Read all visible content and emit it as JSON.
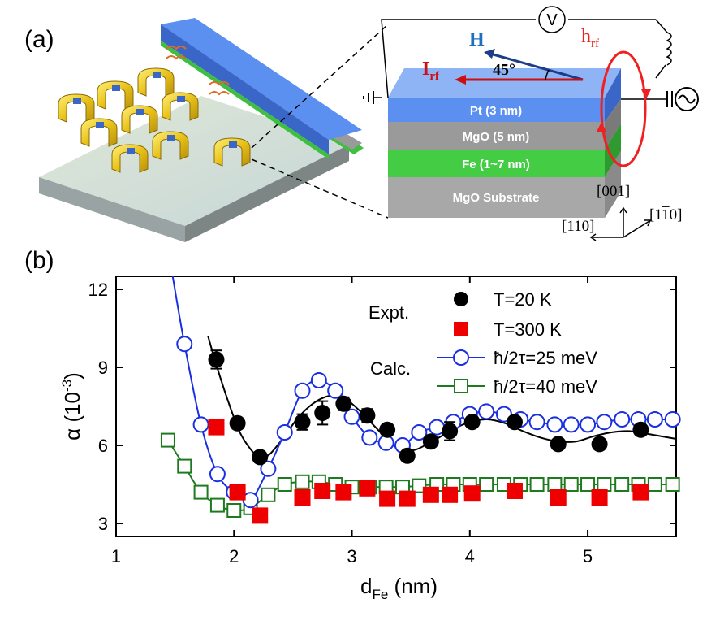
{
  "figure": {
    "panel_a_label": "(a)",
    "panel_b_label": "(b)"
  },
  "schematic": {
    "field_label": "H",
    "current_label": "I",
    "current_sub": "rf",
    "hrf_label": "h",
    "hrf_sub": "rf",
    "angle_label": "45°",
    "voltmeter_label": "V",
    "layers": [
      {
        "label": "Pt  (3 nm)",
        "color": "#5b8ff0"
      },
      {
        "label": "MgO  (5 nm)",
        "color": "#9a9a9a"
      },
      {
        "label": "Fe (1~7 nm)",
        "color": "#44cc44"
      },
      {
        "label": "MgO Substrate",
        "color": "#a8a8a8"
      }
    ],
    "directions": {
      "up": "[001]",
      "left": "[110]",
      "right": "[1",
      "right_bar": "1",
      "right_end": "0]"
    }
  },
  "chart_data": {
    "type": "scatter",
    "xlabel": "d",
    "xlabel_sub": "Fe",
    "xlabel_unit": " (nm)",
    "ylabel": "α (10",
    "ylabel_sup": "-3",
    "ylabel_end": ")",
    "xlim": [
      1,
      5.75
    ],
    "ylim": [
      2.5,
      12.5
    ],
    "xticks": [
      1,
      2,
      3,
      4,
      5
    ],
    "yticks": [
      3,
      6,
      9,
      12
    ],
    "legend_group_expt": "Expt.",
    "legend_group_calc": "Calc.",
    "series": [
      {
        "name": "T=20 K",
        "marker": "filled-circle",
        "color": "#000000",
        "x": [
          1.85,
          2.03,
          2.22,
          2.58,
          2.75,
          2.93,
          3.13,
          3.3,
          3.47,
          3.67,
          3.83,
          4.02,
          4.38,
          4.75,
          5.1,
          5.45
        ],
        "y": [
          9.3,
          6.85,
          5.55,
          6.9,
          7.25,
          7.6,
          7.15,
          6.6,
          5.6,
          6.15,
          6.55,
          6.9,
          6.9,
          6.05,
          6.05,
          6.6
        ],
        "err": [
          0.35,
          0.2,
          0.2,
          0.3,
          0.45,
          0.25,
          0.25,
          0.2,
          0.15,
          0.2,
          0.35,
          0.2,
          0.15,
          0.15,
          0.15,
          0.15
        ]
      },
      {
        "name": "T=300 K",
        "marker": "filled-square",
        "color": "#ee0000",
        "x": [
          1.85,
          2.03,
          2.22,
          2.58,
          2.75,
          2.93,
          3.13,
          3.3,
          3.47,
          3.67,
          3.83,
          4.02,
          4.38,
          4.75,
          5.1,
          5.45
        ],
        "y": [
          6.7,
          4.2,
          3.3,
          4.0,
          4.25,
          4.2,
          4.35,
          3.95,
          3.95,
          4.1,
          4.1,
          4.15,
          4.25,
          4.0,
          4.0,
          4.2
        ]
      },
      {
        "name": "ħ/2τ=25 meV",
        "marker": "open-circle",
        "color": "#1a2fe0",
        "x": [
          1.58,
          1.72,
          1.86,
          2.0,
          2.14,
          2.29,
          2.43,
          2.58,
          2.72,
          2.86,
          3.0,
          3.15,
          3.29,
          3.43,
          3.57,
          3.72,
          3.86,
          4.0,
          4.14,
          4.29,
          4.43,
          4.57,
          4.72,
          4.86,
          5.0,
          5.14,
          5.29,
          5.43,
          5.57,
          5.72
        ],
        "y": [
          9.9,
          6.8,
          4.9,
          4.2,
          3.9,
          5.1,
          6.5,
          8.1,
          8.5,
          8.1,
          7.1,
          6.3,
          6.1,
          6.0,
          6.5,
          6.7,
          6.9,
          7.2,
          7.3,
          7.2,
          7.0,
          6.9,
          6.8,
          6.8,
          6.8,
          6.9,
          7.0,
          7.0,
          7.0,
          7.0
        ]
      },
      {
        "name": "ħ/2τ=40 meV",
        "marker": "open-square",
        "color": "#1e7a1e",
        "x": [
          1.44,
          1.58,
          1.72,
          1.86,
          2.0,
          2.14,
          2.29,
          2.43,
          2.58,
          2.72,
          2.86,
          3.0,
          3.15,
          3.29,
          3.43,
          3.57,
          3.72,
          3.86,
          4.0,
          4.14,
          4.29,
          4.43,
          4.57,
          4.72,
          4.86,
          5.0,
          5.14,
          5.29,
          5.43,
          5.57,
          5.72
        ],
        "y": [
          6.2,
          5.2,
          4.2,
          3.7,
          3.5,
          3.6,
          4.1,
          4.5,
          4.6,
          4.6,
          4.5,
          4.4,
          4.4,
          4.4,
          4.4,
          4.45,
          4.5,
          4.5,
          4.5,
          4.5,
          4.5,
          4.5,
          4.5,
          4.5,
          4.5,
          4.5,
          4.5,
          4.5,
          4.5,
          4.5,
          4.5
        ]
      }
    ],
    "fits": [
      {
        "color": "#000000",
        "x": [
          1.78,
          1.85,
          1.95,
          2.05,
          2.15,
          2.22,
          2.3,
          2.42,
          2.55,
          2.7,
          2.85,
          2.93,
          3.05,
          3.2,
          3.35,
          3.45,
          3.55,
          3.7,
          3.85,
          4.0,
          4.15,
          4.3,
          4.45,
          4.6,
          4.75,
          4.9,
          5.05,
          5.2,
          5.35,
          5.5,
          5.75
        ],
        "y": [
          10.2,
          9.1,
          7.7,
          6.5,
          5.8,
          5.55,
          5.65,
          6.3,
          7.1,
          7.7,
          7.95,
          7.85,
          7.4,
          6.7,
          6.0,
          5.8,
          5.85,
          6.2,
          6.6,
          6.9,
          7.0,
          6.85,
          6.55,
          6.3,
          6.15,
          6.15,
          6.35,
          6.5,
          6.55,
          6.45,
          6.25
        ]
      },
      {
        "color": "#1a2fe0",
        "x": [
          1.48,
          1.58,
          1.72,
          1.86,
          2.0,
          2.14,
          2.29,
          2.43,
          2.58,
          2.72,
          2.86,
          3.0,
          3.15,
          3.29,
          3.43,
          3.57,
          3.72,
          3.86,
          4.0,
          4.14,
          4.29,
          4.43,
          4.57,
          4.72,
          4.86,
          5.0,
          5.14,
          5.29,
          5.43,
          5.57,
          5.72
        ],
        "y": [
          12.5,
          9.9,
          6.8,
          4.9,
          4.2,
          3.9,
          5.1,
          6.5,
          8.1,
          8.5,
          8.1,
          7.1,
          6.3,
          6.1,
          6.0,
          6.5,
          6.7,
          6.9,
          7.2,
          7.3,
          7.2,
          7.0,
          6.9,
          6.8,
          6.8,
          6.8,
          6.9,
          7.0,
          7.0,
          7.0,
          7.0
        ]
      },
      {
        "color": "#1e7a1e",
        "x": [
          1.44,
          1.58,
          1.72,
          1.86,
          2.0,
          2.14,
          2.29,
          2.43,
          2.58,
          2.72,
          2.86,
          3.0,
          3.15,
          3.29,
          3.43,
          3.57,
          3.72,
          3.86,
          4.0,
          4.14,
          4.29,
          4.43,
          4.57,
          4.72,
          4.86,
          5.0,
          5.14,
          5.29,
          5.43,
          5.57,
          5.72
        ],
        "y": [
          6.2,
          5.2,
          4.2,
          3.7,
          3.5,
          3.6,
          4.1,
          4.5,
          4.6,
          4.6,
          4.5,
          4.4,
          4.4,
          4.4,
          4.4,
          4.45,
          4.5,
          4.5,
          4.5,
          4.5,
          4.5,
          4.5,
          4.5,
          4.5,
          4.5,
          4.5,
          4.5,
          4.5,
          4.5,
          4.5,
          4.5
        ]
      }
    ]
  }
}
